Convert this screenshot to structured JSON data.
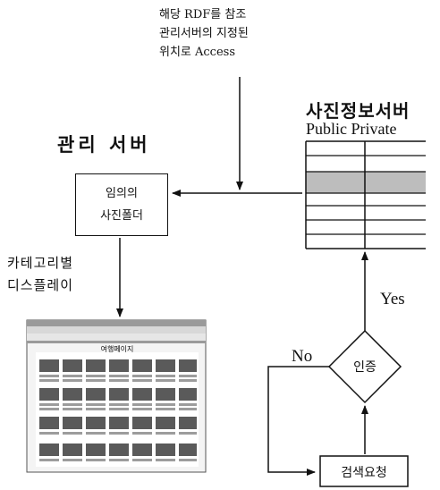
{
  "note": [
    "해당 RDF를 참조",
    "관리서버의 지정된",
    "위치로 Access"
  ],
  "admin_server": {
    "title": "관리 서버"
  },
  "photo_server": {
    "title": "사진정보서버",
    "subtitle": "Public Private"
  },
  "photo_folder": {
    "line1": "임의의",
    "line2": "사진폴더"
  },
  "category_display": {
    "line1": "카테고리별",
    "line2": "디스플레이"
  },
  "screenshot": {
    "page_title": "여행페이지"
  },
  "decision": {
    "label": "인증",
    "yes": "Yes",
    "no": "No"
  },
  "search_request": {
    "label": "검색요청"
  }
}
